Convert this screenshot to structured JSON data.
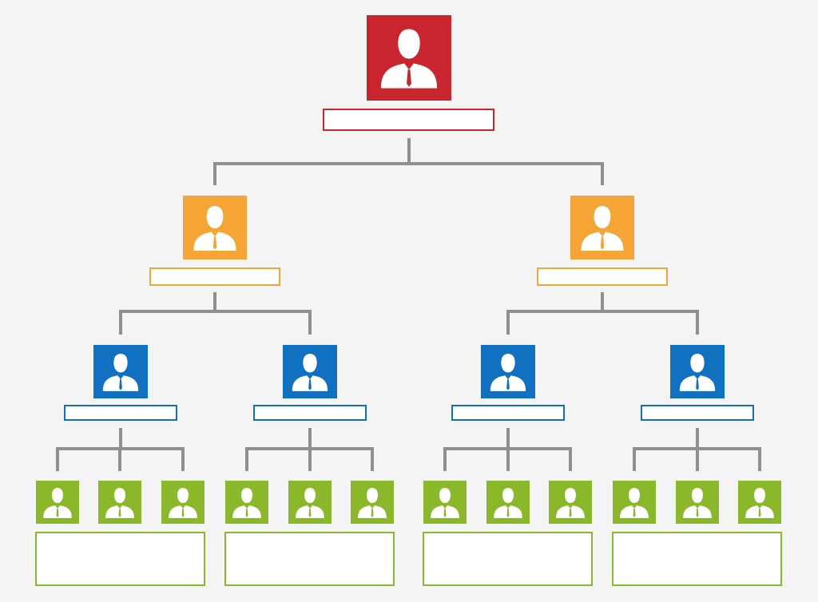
{
  "org_chart": {
    "levels": [
      {
        "role": "top",
        "color": "#c9252f",
        "count": 1
      },
      {
        "role": "level-2",
        "color": "#f4a535",
        "count": 2
      },
      {
        "role": "level-3",
        "color": "#1170bf",
        "count": 4
      },
      {
        "role": "level-4",
        "color": "#8ab82a",
        "count": 12
      }
    ],
    "label_text": "",
    "icon": "person-in-suit-icon",
    "connector_color": "#8f8f8f",
    "background_color": "#f4f4f4"
  }
}
